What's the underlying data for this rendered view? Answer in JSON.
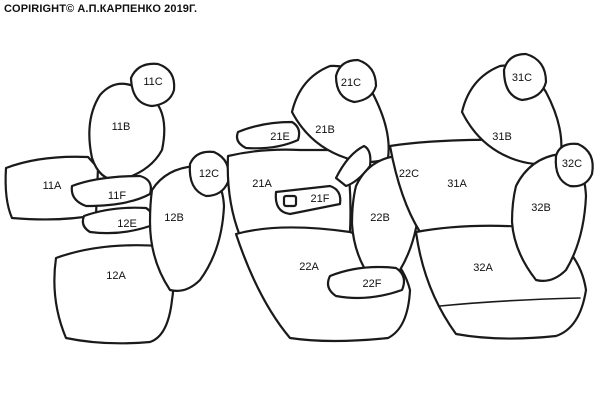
{
  "copyright": "COPIRIGHT© А.П.КАРПЕНКО 2019Г.",
  "parts": {
    "p11C": "11C",
    "p11B": "11B",
    "p11A": "11A",
    "p11F": "11F",
    "p12C": "12C",
    "p12B": "12B",
    "p12A": "12A",
    "p12E": "12E",
    "p21C": "21C",
    "p21B": "21B",
    "p21A": "21A",
    "p21E": "21E",
    "p21F": "21F",
    "p22C": "22C",
    "p22B": "22B",
    "p22A": "22A",
    "p22F": "22F",
    "p31C": "31C",
    "p31B": "31B",
    "p31A": "31A",
    "p32C": "32C",
    "p32B": "32B",
    "p32A": "32A"
  }
}
